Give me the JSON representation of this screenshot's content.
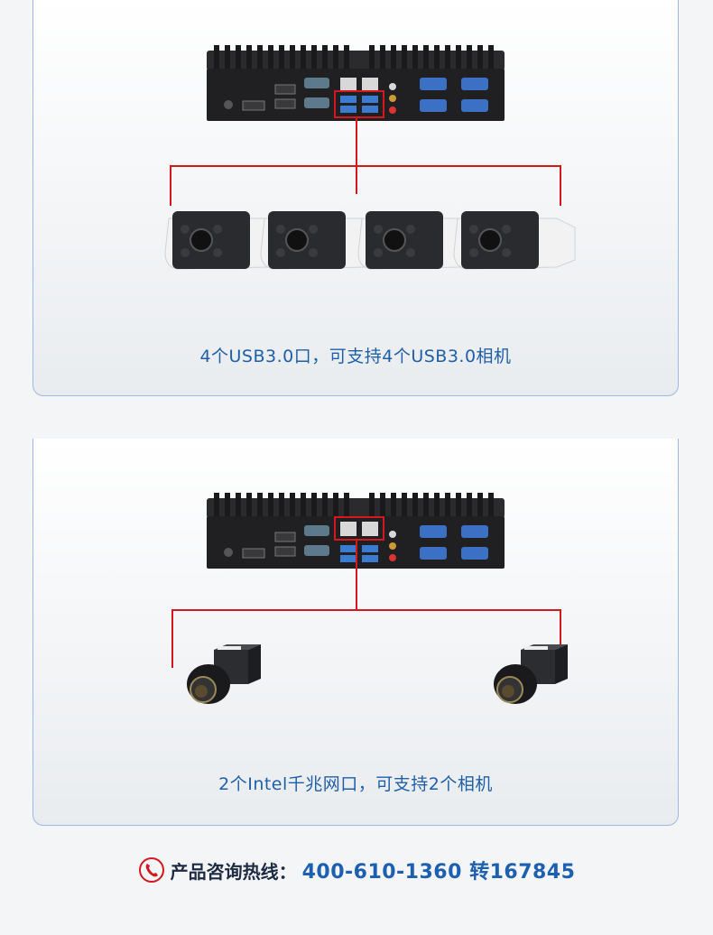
{
  "sections": [
    {
      "caption": "4个USB3.0口，可支持4个USB3.0相机",
      "device": "fanless-industrial-pc",
      "cameras": [
        "bullet-camera",
        "bullet-camera",
        "bullet-camera",
        "bullet-camera"
      ]
    },
    {
      "caption": "2个Intel千兆网口，可支持2个相机",
      "device": "fanless-industrial-pc",
      "cameras": [
        "industrial-camera",
        "industrial-camera"
      ]
    }
  ],
  "hotline": {
    "label": "产品咨询热线：",
    "number": "400-610-1360 转167845",
    "icon": "phone-icon"
  },
  "colors": {
    "accent_red": "#d3181e",
    "caption_blue": "#1f5fa8",
    "border_blue": "#9fb9e2"
  }
}
